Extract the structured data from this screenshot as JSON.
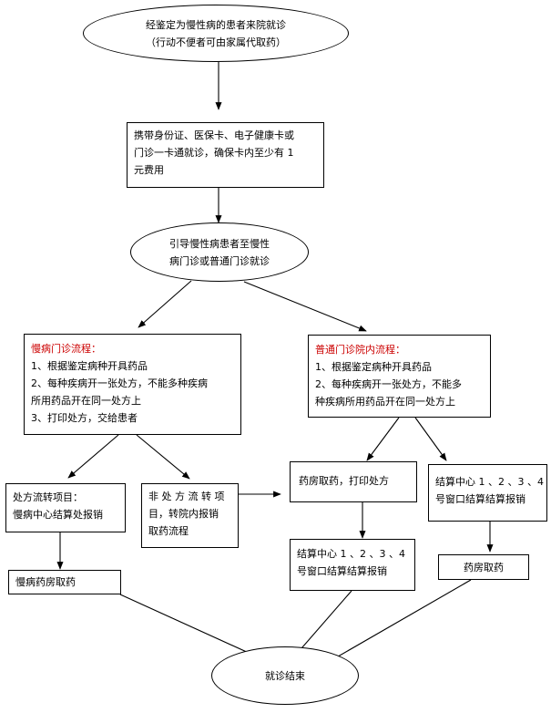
{
  "start": {
    "line1": "经鉴定为慢性病的患者来院就诊",
    "line2": "（行动不便者可由家属代取药）"
  },
  "docs": {
    "lines": [
      "携带身份证、医保卡、电子健康卡或",
      "门诊一卡通就诊，确保卡内至少有 1",
      "元费用"
    ]
  },
  "guide": {
    "line1": "引导慢性病患者至慢性",
    "line2": "病门诊或普通门诊就诊"
  },
  "chronic_clinic": {
    "title": "慢病门诊流程：",
    "lines": [
      "1、根据鉴定病种开具药品",
      "2、每种疾病开一张处方，不能多种疾病",
      "所用药品开在同一处方上",
      "3、打印处方，交给患者"
    ]
  },
  "general_clinic": {
    "title": "普通门诊院内流程：",
    "lines": [
      "1、根据鉴定病种开具药品",
      "2、每种疾病开一张处方，不能多",
      "种疾病所用药品开在同一处方上"
    ]
  },
  "transfer_item": {
    "lines": [
      "处方流转项目：",
      "慢病中心结算处报销"
    ]
  },
  "non_transfer_item": {
    "lines": [
      "非 处 方 流 转 项",
      "目，转院内报销",
      "取药流程"
    ]
  },
  "pharmacy_print": {
    "label": "药房取药，打印处方"
  },
  "settle_center_right": {
    "lines": [
      "结算中心 1 、2 、3 、4",
      "号窗口结算结算报销"
    ]
  },
  "chronic_pharmacy": {
    "label": "慢病药房取药"
  },
  "settle_center_mid": {
    "lines": [
      "结算中心 1 、2 、3 、4",
      "号窗口结算结算报销"
    ]
  },
  "pharmacy_pickup": {
    "label": "药房取药"
  },
  "end": {
    "label": "就诊结束"
  },
  "colors": {
    "title_red": "#cc0000",
    "line": "#000000"
  }
}
